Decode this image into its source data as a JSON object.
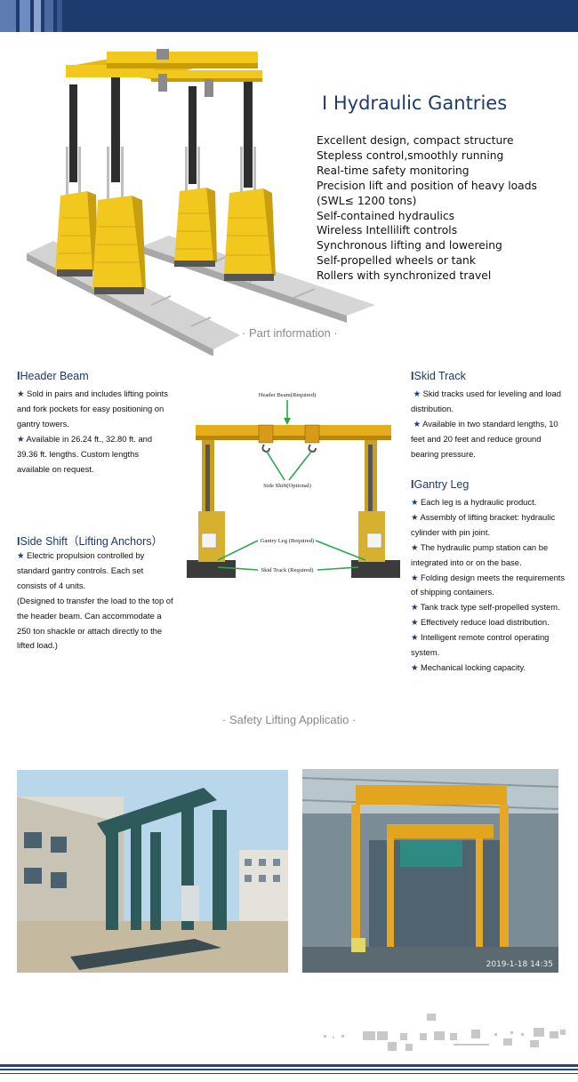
{
  "hero": {
    "title": "I Hydraulic Gantries",
    "features": [
      "Excellent design, compact structure",
      "Stepless control,smoothly running",
      "Real-time safety monitoring",
      "Precision lift and position of heavy loads",
      "(SWL≤ 1200 tons)",
      "Self-contained hydraulics",
      "Wireless Intellilift controls",
      "Synchronous lifting and lowereing",
      "Self-propelled wheels or tank",
      "Rollers with synchronized travel"
    ]
  },
  "part_info": {
    "heading": "· Part information ·",
    "header_beam": {
      "bar": "I",
      "title": "Header Beam",
      "lines": [
        "Sold in pairs and includes lifting points and fork pockets for easy positioning on gantry towers.",
        "Available in 26.24 ft., 32.80 ft. and 39.36 ft. lengths. Custom lengths available on request."
      ]
    },
    "side_shift": {
      "bar": "I",
      "title": "Side Shift（Lifting Anchors）",
      "star_line": "Electric propulsion controlled by standard gantry controls. Each set consists of 4 units.",
      "note": "(Designed to transfer the load to the top of the header beam. Can accommodate a 250 ton shackle or attach directly to the lifted load.)"
    },
    "skid_track": {
      "bar": "I",
      "title": "Skid Track",
      "lines": [
        "Skid tracks used for leveling and load distribution.",
        "Available in two standard lengths, 10 feet and 20 feet and reduce ground bearing pressure."
      ]
    },
    "gantry_leg": {
      "bar": "I",
      "title": "Gantry Leg",
      "lines": [
        "Each leg is a hydraulic product.",
        "Assembly of lifting bracket: hydraulic cylinder with pin joint.",
        "The hydraulic pump station can be integrated into or on the base.",
        "Folding design meets the requirements of shipping containers.",
        "Tank track type self-propelled system.",
        "Effectively reduce load distribution.",
        "Intelligent remote control operating system.",
        "Mechanical locking capacity."
      ]
    },
    "diagram_labels": {
      "header_beam": "Header Beam(Required)",
      "side_shift": "Side Shift(Optional)",
      "gantry_leg": "Gantry Leg (Required)",
      "skid_track": "Skid Track (Required)"
    }
  },
  "safety": {
    "heading": "· Safety Lifting Applicatio ·",
    "photo_timestamp": "2019-1-18 14:35"
  },
  "icons": {
    "bullet": "star-icon"
  },
  "colors": {
    "banner": "#1d3b6e",
    "accent": "#1e3a6a",
    "gantry_yellow": "#f2c81e",
    "arrow_green": "#2aa84a"
  }
}
